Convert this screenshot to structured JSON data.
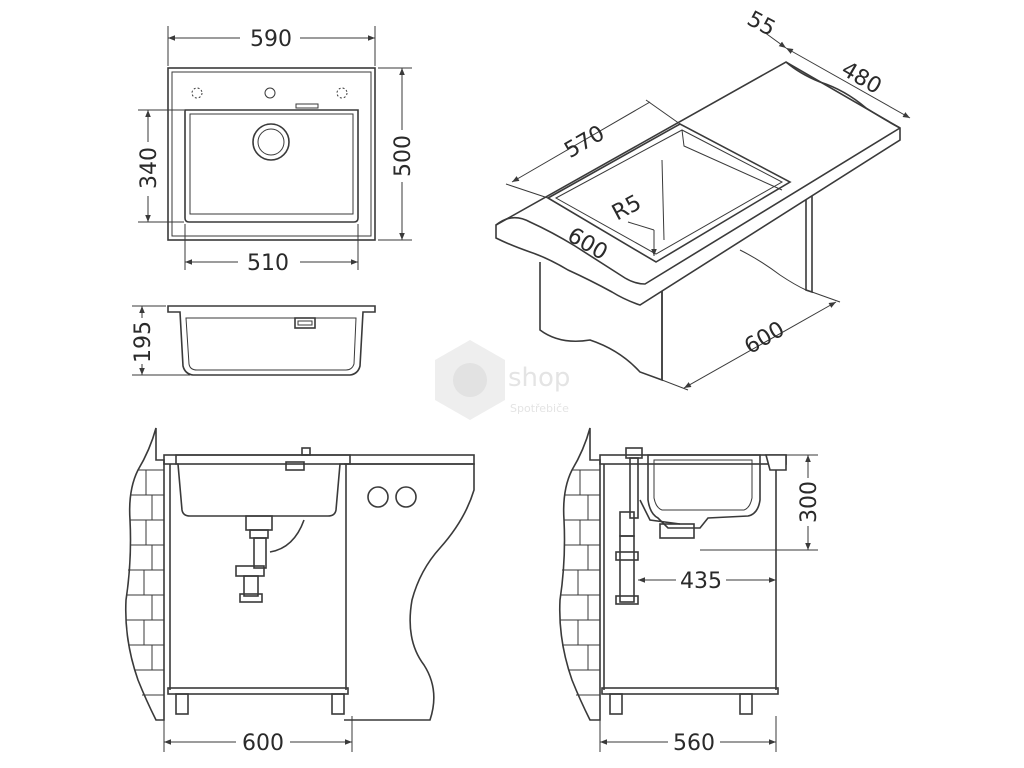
{
  "watermark": {
    "brand": "shop",
    "sub": "Spotřebiče"
  },
  "top_view": {
    "width_outer": "590",
    "height_outer": "500",
    "width_bowl": "510",
    "height_bowl": "340"
  },
  "side_view": {
    "depth": "195"
  },
  "install_view": {
    "width": "600",
    "length": "570",
    "cutout_depth": "480",
    "overhang": "55",
    "radius": "R5",
    "cab_width": "600",
    "worktop": "600"
  },
  "front_view": {
    "cabinet": "600"
  },
  "section_view": {
    "bowl_depth": "300",
    "drain_offset": "435",
    "cabinet_depth": "560"
  }
}
